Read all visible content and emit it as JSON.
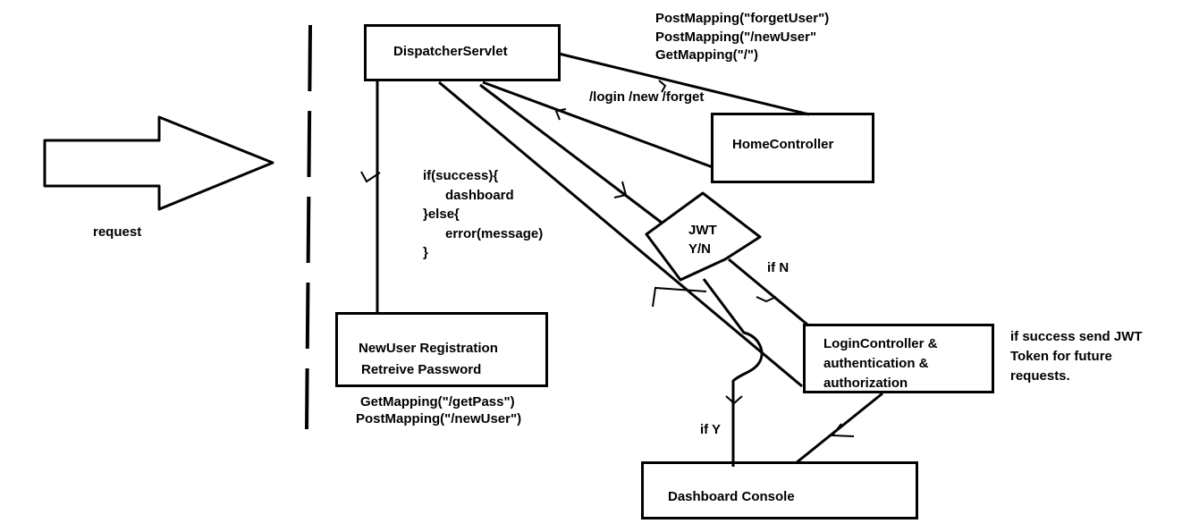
{
  "request_label": "request",
  "dispatcher_servlet": {
    "label": "DispatcherServlet"
  },
  "home_controller": {
    "label": "HomeController",
    "mappings": [
      "PostMapping(\"forgetUser\")",
      "PostMapping(\"/newUser\"",
      "GetMapping(\"/\")"
    ],
    "routes": "/login /new /forget"
  },
  "new_user_registration": {
    "lines": [
      "NewUser Registration",
      "Retreive  Password"
    ],
    "mappings": [
      "GetMapping(\"/getPass\")",
      "PostMapping(\"/newUser\")"
    ]
  },
  "success_code": "if(success){\n      dashboard\n}else{\n      error(message)\n}",
  "jwt_decision": {
    "lines": [
      "JWT",
      "Y/N"
    ]
  },
  "branch_labels": {
    "if_n": "if N",
    "if_y": "if Y"
  },
  "login_controller": {
    "lines": [
      "LoginController &",
      "authentication &",
      "authorization"
    ]
  },
  "jwt_note": [
    "if success send JWT",
    "Token for future",
    "requests."
  ],
  "dashboard_console": {
    "label": "Dashboard Console"
  }
}
